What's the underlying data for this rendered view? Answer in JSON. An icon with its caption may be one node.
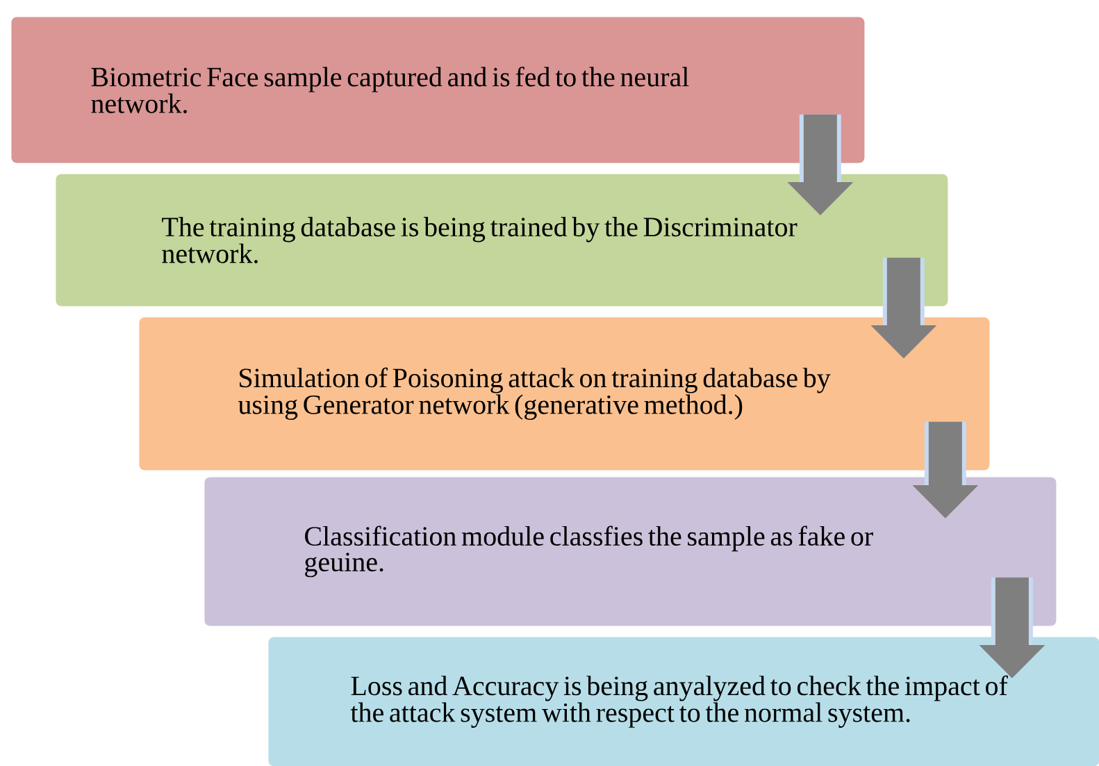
{
  "diagram": {
    "nodes": [
      {
        "text": [
          "Biometric Face sample captured and is fed to the neural network."
        ]
      },
      {
        "text": [
          "The training database is being trained by the Discriminator network."
        ]
      },
      {
        "text": [
          "Simulation of Poisoning attack on training database by using Generator network (generative method.)"
        ]
      },
      {
        "text": [
          "Classification module classfies the sample as fake or geuine."
        ]
      },
      {
        "text": [
          "Loss and Accuracy is being anyalyzed to check the impact of the attack system with respect to the normal system."
        ]
      }
    ],
    "edges": [
      {
        "from": 0,
        "to": 1,
        "arrow": "to"
      },
      {
        "from": 1,
        "to": 2,
        "arrow": "to"
      },
      {
        "from": 2,
        "to": 3,
        "arrow": "to"
      },
      {
        "from": 3,
        "to": 4,
        "arrow": "to"
      }
    ]
  }
}
